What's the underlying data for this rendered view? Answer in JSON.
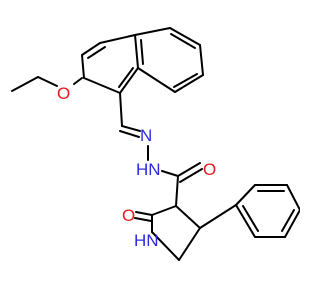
{
  "atoms": {
    "o_ether": "O",
    "n_imine": "N",
    "hn_hydrazide": "HN",
    "o_carbonyl_side": "O",
    "o_lactam": "O",
    "hn_lactam": "HN"
  },
  "colors": {
    "bond": "#000000",
    "oxygen": "#e01b1b",
    "nitrogen": "#2b2bdd",
    "background": "#ffffff"
  }
}
